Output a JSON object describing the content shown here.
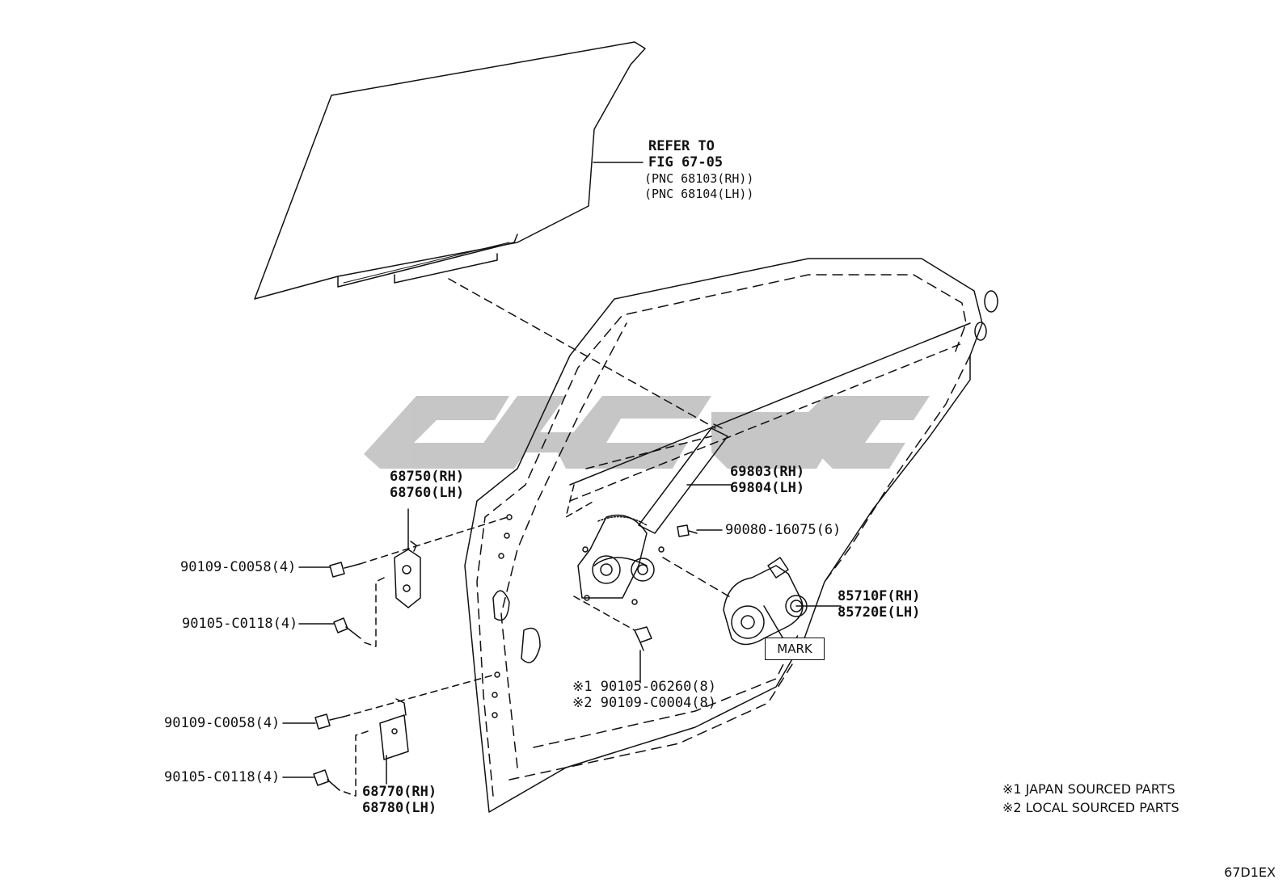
{
  "watermark_color": "#bdbdbd",
  "glass_callout": {
    "line1": "REFER TO",
    "line2": "FIG 67-05",
    "line3": "(PNC 68103(RH))",
    "line4": "(PNC 68104(LH))"
  },
  "parts": {
    "upper_hinge": {
      "rh": "68750(RH)",
      "lh": "68760(LH)"
    },
    "lower_hinge": {
      "rh": "68770(RH)",
      "lh": "68780(LH)"
    },
    "regulator": {
      "rh": "69803(RH)",
      "lh": "69804(LH)"
    },
    "motor": {
      "rh": "85710F(RH)",
      "lh": "85720E(LH)"
    },
    "bolt_upper_1": "90109-C0058(4)",
    "bolt_upper_2": "90105-C0118(4)",
    "bolt_lower_1": "90109-C0058(4)",
    "bolt_lower_2": "90105-C0118(4)",
    "regulator_bolt": "90080-16075(6)",
    "fastener_1": "※1 90105-06260(8)",
    "fastener_2": "※2 90109-C0004(8)"
  },
  "mark_label": "MARK",
  "notes": {
    "note1": "※1 JAPAN SOURCED PARTS",
    "note2": "※2 LOCAL SOURCED PARTS"
  },
  "figure_id": "67D1EX"
}
